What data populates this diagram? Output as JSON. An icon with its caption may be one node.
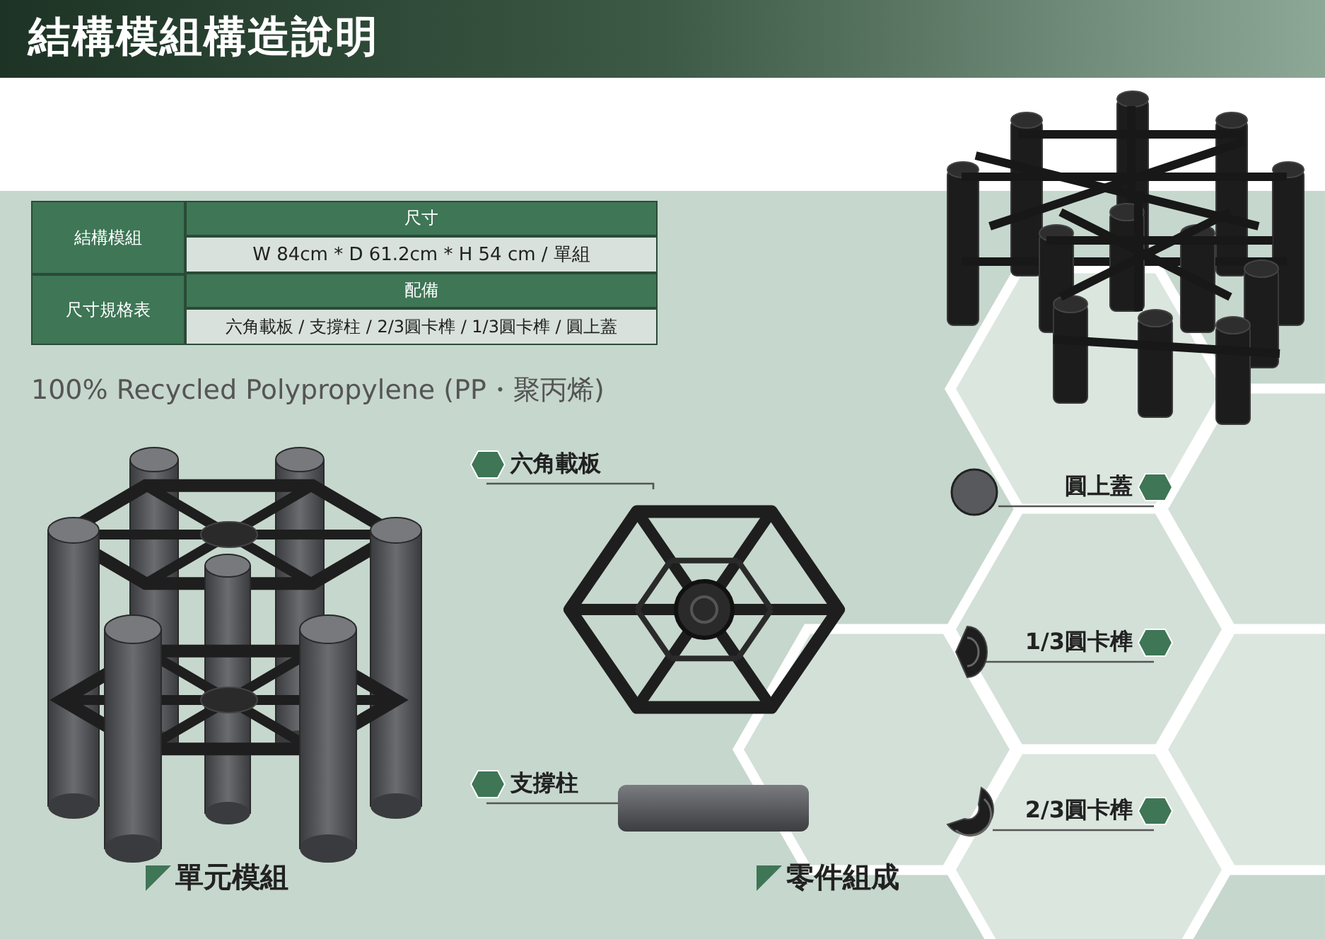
{
  "diagram": {
    "title": "結構模組構造說明",
    "nodes": [
      {
        "text": [
          "六角載板"
        ]
      },
      {
        "text": [],
        "shape": "picture"
      },
      {
        "text": [
          "支撐柱"
        ]
      },
      {
        "text": [],
        "shape": "picture"
      },
      {
        "text": [
          "圓上蓋"
        ]
      },
      {
        "text": [],
        "shape": "circle"
      },
      {
        "text": [
          "1/3圓卡榫"
        ]
      },
      {
        "text": [],
        "shape": "picture"
      },
      {
        "text": [
          "2/3圓卡榫"
        ]
      },
      {
        "text": [],
        "shape": "picture"
      }
    ],
    "edges": [
      {
        "from": 0,
        "to": 1,
        "arrow": "none"
      },
      {
        "from": 2,
        "to": 3,
        "arrow": "none"
      },
      {
        "from": 4,
        "to": 5,
        "arrow": "none"
      },
      {
        "from": 6,
        "to": 7,
        "arrow": "none"
      },
      {
        "from": 8,
        "to": 9,
        "arrow": "none"
      }
    ],
    "labels": [
      "結構模組",
      "尺寸",
      "W 84cm * D 61.2cm * H 54 cm / 單組",
      "尺寸規格表",
      "配備",
      "六角載板 / 支撐柱 / 2/3圓卡榫 / 1/3圓卡榫 / 圓上蓋",
      "100% Recycled Polypropylene (PP・聚丙烯)",
      "單元模組",
      "零件組成"
    ]
  }
}
